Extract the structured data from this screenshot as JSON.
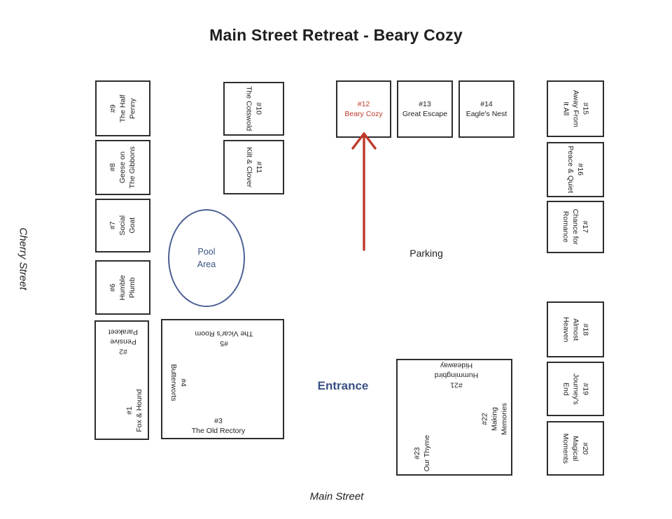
{
  "title": "Main Street Retreat - Beary Cozy",
  "streets": {
    "cherry": "Cherry Street",
    "main": "Main Street"
  },
  "areas": {
    "pool": "Pool\nArea",
    "parking": "Parking",
    "entrance": "Entrance"
  },
  "colors": {
    "highlight-red": "#c0392b",
    "accent-blue": "#3a5184",
    "pool-blue": "#4d6094",
    "outline": "#2d2d2d",
    "ink": "#1e1e1e"
  },
  "rooms": {
    "r1": {
      "number": "#1",
      "name": "Fox & Hound"
    },
    "r2": {
      "number": "#2",
      "name": "Pensive\nParakeet"
    },
    "r3": {
      "number": "#3",
      "name": "The Old Rectory"
    },
    "r4": {
      "number": "#4",
      "name": "Butterworts"
    },
    "r5": {
      "number": "#5",
      "name": "The Vicar's Room"
    },
    "r6": {
      "number": "#6",
      "name": "Humble\nPlumb"
    },
    "r7": {
      "number": "#7",
      "name": "Social\nGoat"
    },
    "r8": {
      "number": "#8",
      "name": "Geese on\nThe Gibbons"
    },
    "r9": {
      "number": "#9",
      "name": "The Half\nPenny"
    },
    "r10": {
      "number": "#10",
      "name": "The Cotswold"
    },
    "r11": {
      "number": "#11",
      "name": "Kilt & Clover"
    },
    "r12": {
      "number": "#12",
      "name": "Beary Cozy"
    },
    "r13": {
      "number": "#13",
      "name": "Great Escape"
    },
    "r14": {
      "number": "#14",
      "name": "Eagle's Nest"
    },
    "r15": {
      "number": "#15",
      "name": "Away From\nIt All"
    },
    "r16": {
      "number": "#16",
      "name": "Peace & Quiet"
    },
    "r17": {
      "number": "#17",
      "name": "Chance for\nRomance"
    },
    "r18": {
      "number": "#18",
      "name": "Almost\nHeaven"
    },
    "r19": {
      "number": "#19",
      "name": "Journey's\nEnd"
    },
    "r20": {
      "number": "#20",
      "name": "Magical\nMoments"
    },
    "r21": {
      "number": "#21",
      "name": "Hummingbird\nHideaway"
    },
    "r22": {
      "number": "#22",
      "name": "Making\nMemories"
    },
    "r23": {
      "number": "#23",
      "name": "Our Thyme"
    }
  }
}
